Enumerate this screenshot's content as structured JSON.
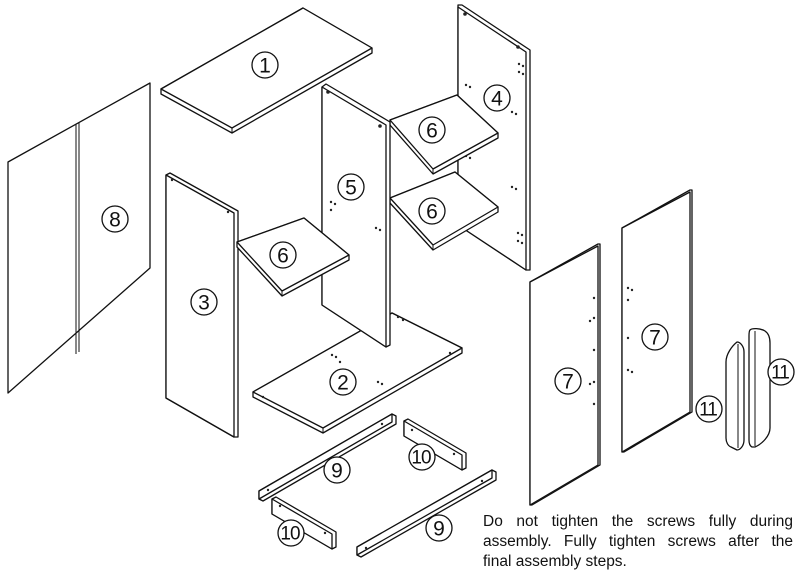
{
  "parts": [
    {
      "id": "top-panel",
      "label": "1"
    },
    {
      "id": "bottom-panel",
      "label": "2"
    },
    {
      "id": "left-side-panel",
      "label": "3"
    },
    {
      "id": "right-side-panel",
      "label": "4"
    },
    {
      "id": "center-divider-panel",
      "label": "5"
    },
    {
      "id": "shelf-left",
      "label": "6"
    },
    {
      "id": "shelf-upper-right",
      "label": "6"
    },
    {
      "id": "shelf-lower-right",
      "label": "6"
    },
    {
      "id": "door-left",
      "label": "7"
    },
    {
      "id": "door-right",
      "label": "7"
    },
    {
      "id": "back-panel",
      "label": "8"
    },
    {
      "id": "front-rail",
      "label": "9"
    },
    {
      "id": "back-rail",
      "label": "9"
    },
    {
      "id": "side-rail-left",
      "label": "10"
    },
    {
      "id": "side-rail-right",
      "label": "10"
    },
    {
      "id": "handle-left",
      "label": "11"
    },
    {
      "id": "handle-right",
      "label": "11"
    }
  ],
  "note": {
    "line1": "Do not tighten the screws fully during",
    "line2": "assembly. Fully tighten screws after the",
    "line3": "final assembly steps."
  }
}
